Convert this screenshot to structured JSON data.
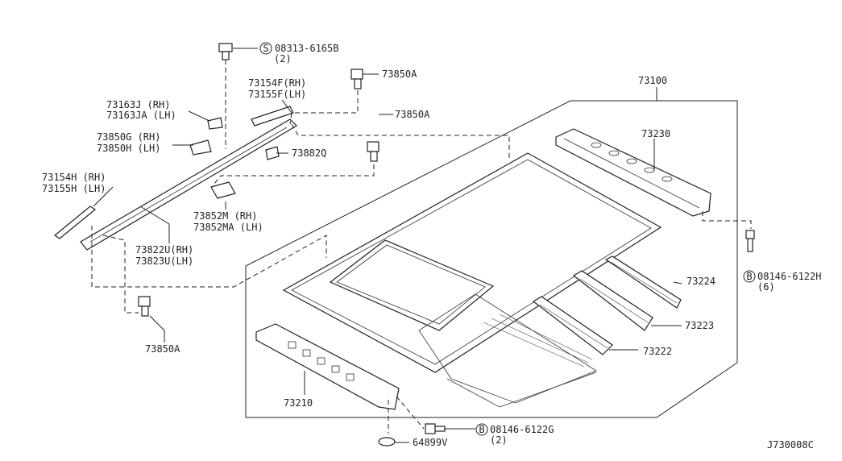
{
  "labels": {
    "l_08313": "08313-6165B",
    "l_08313_q": "(2)",
    "l_73850A_top": "73850A",
    "l_73154F": "73154F(RH)",
    "l_73155F": "73155F(LH)",
    "l_73163J": "73163J  (RH)",
    "l_73163JA": "73163JA (LH)",
    "l_73850A_mid": "73850A",
    "l_73850G": "73850G (RH)",
    "l_73850H": "73850H (LH)",
    "l_73882Q": "73882Q",
    "l_73154H": "73154H (RH)",
    "l_73155H": "73155H (LH)",
    "l_73852M": "73852M  (RH)",
    "l_73852MA": "73852MA (LH)",
    "l_73822U": "73822U(RH)",
    "l_73823U": "73823U(LH)",
    "l_73850A_low": "73850A",
    "l_73100": "73100",
    "l_73230": "73230",
    "l_08146H": "08146-6122H",
    "l_08146H_q": "(6)",
    "l_73224": "73224",
    "l_73223": "73223",
    "l_73222": "73222",
    "l_73210": "73210",
    "l_08146G": "08146-6122G",
    "l_08146G_q": "(2)",
    "l_64899V": "64899V",
    "l_diagram_id": "J730008C"
  },
  "symbols": {
    "s_symbol": "S",
    "b_symbol_1": "B",
    "b_symbol_2": "B"
  }
}
